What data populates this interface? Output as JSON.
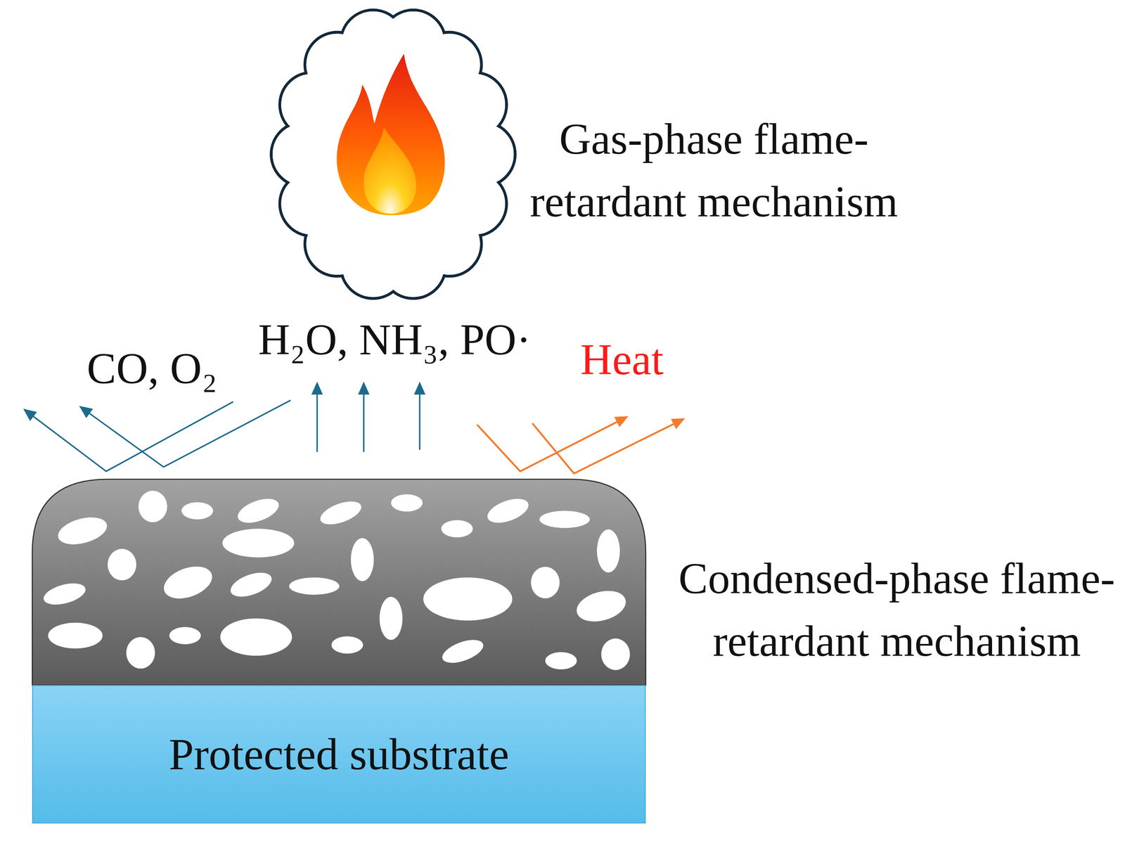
{
  "diagram": {
    "nodes": [
      {
        "text": [
          "Protected substrate"
        ]
      }
    ],
    "labels": [
      "Gas-phase flame- retardant mechanism",
      "H₂O, NH₃, PO·",
      "CO, O₂",
      "Heat",
      "Condensed-phase flame- retardant mechanism"
    ]
  }
}
